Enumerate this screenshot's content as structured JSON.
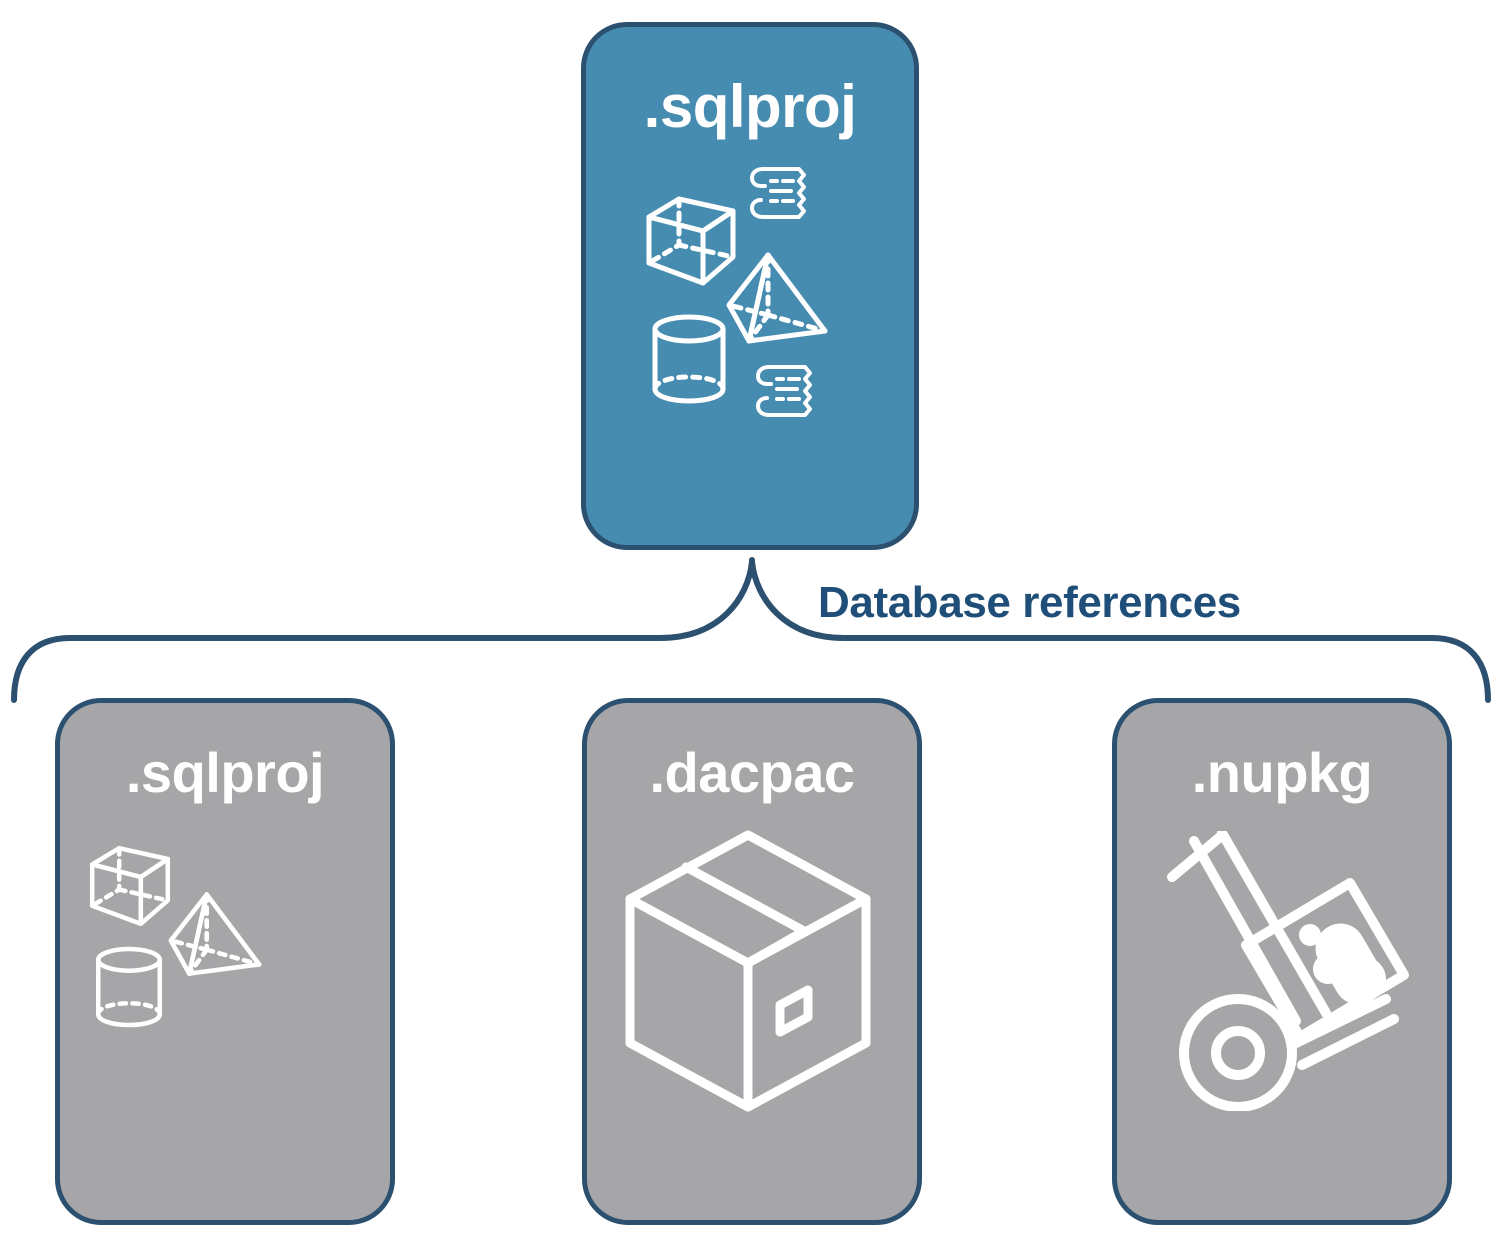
{
  "diagram": {
    "title": "Database references",
    "colors": {
      "primary_card_fill": "#468cb0",
      "secondary_card_fill": "#a6a6a8",
      "card_border": "#2b5070",
      "label_text": "#1f4e79",
      "card_text": "#ffffff",
      "background": "#ffffff"
    },
    "root": {
      "label": ".sqlproj",
      "icons": [
        "cube-wireframe-icon",
        "scroll-script-icon",
        "pyramid-wireframe-icon",
        "cylinder-wireframe-icon",
        "scroll-script-icon"
      ]
    },
    "connector": {
      "label": "Database references",
      "style": "curly-brace"
    },
    "references": [
      {
        "label": ".sqlproj",
        "icons": [
          "cube-wireframe-icon",
          "pyramid-wireframe-icon",
          "cylinder-wireframe-icon"
        ]
      },
      {
        "label": ".dacpac",
        "icons": [
          "shipping-box-icon"
        ]
      },
      {
        "label": ".nupkg",
        "icons": [
          "hand-truck-package-icon"
        ]
      }
    ]
  }
}
